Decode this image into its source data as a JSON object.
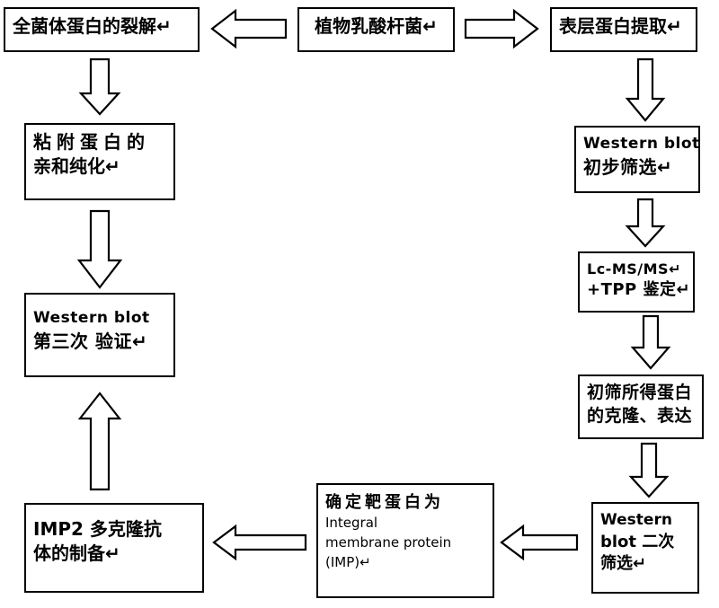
{
  "diagram": {
    "nodes": {
      "source": {
        "lines": [
          "植物乳酸杆菌↵"
        ]
      },
      "whole_lysis": {
        "lines": [
          "全菌体蛋白的裂解↵"
        ]
      },
      "surface_extract": {
        "lines": [
          "表层蛋白提取↵"
        ]
      },
      "adhesion_purify": {
        "lines": [
          "粘附蛋白的",
          "亲和纯化↵"
        ]
      },
      "wb_third": {
        "lines": [
          "Western  blot",
          "第三次 验证↵"
        ]
      },
      "imp2_antibody": {
        "lines": [
          "IMP2 多克隆抗",
          "体的制备↵"
        ]
      },
      "wb_initial": {
        "lines": [
          "Western  blot",
          "初步筛选↵"
        ]
      },
      "lcms": {
        "lines": [
          "Lc-MS/MS↵",
          "+TPP 鉴定↵"
        ]
      },
      "clone_express": {
        "lines": [
          "初筛所得蛋白",
          "的克隆、表达"
        ]
      },
      "wb_second": {
        "lines": [
          "Western",
          "blot 二次",
          "筛选↵"
        ]
      },
      "target_imp": {
        "lines": [
          "确定靶蛋白为",
          "Integral",
          "membrane protein",
          "(IMP)↵"
        ]
      }
    }
  }
}
